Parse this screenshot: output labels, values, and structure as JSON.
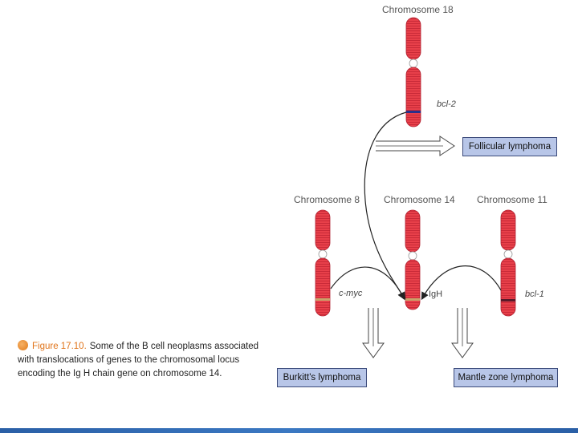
{
  "chromosomes": {
    "c18": {
      "label": "Chromosome 18",
      "gene": "bcl-2",
      "band_color": "#2b2f8a"
    },
    "c8": {
      "label": "Chromosome 8",
      "gene": "c-myc",
      "band_color": "#c9a36a"
    },
    "c14": {
      "label": "Chromosome 14",
      "gene": "IgH",
      "band_color": "#c9a36a"
    },
    "c11": {
      "label": "Chromosome 11",
      "gene": "bcl-1",
      "band_color": "#5a1a2a"
    }
  },
  "outcomes": {
    "follicular": "Follicular lymphoma",
    "burkitt": "Burkitt's lymphoma",
    "mantle": "Mantle zone lymphoma"
  },
  "caption": {
    "figure_number": "Figure 17.10.",
    "text": "Some of the B cell neoplasms associated with translocations of genes to the chromosomal locus encoding the Ig H chain gene on chromosome 14."
  },
  "colors": {
    "chromosome": "#e8404a",
    "box_fill": "#b8c6e8",
    "accent_bar": "#2a5fa6"
  }
}
